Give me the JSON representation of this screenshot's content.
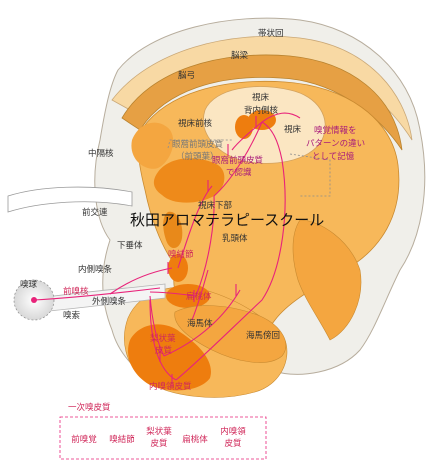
{
  "labels": {
    "cingulate_gyrus": "帯状回",
    "corpus_callosum": "脳梁",
    "fornix": "脳弓",
    "thalamus_top": "視床",
    "dorsomedial_nucleus": "背内側核",
    "anterior_thalamic": "視床前核",
    "thalamus_right": "視床",
    "septal_nuclei": "中隔核",
    "ofc_outer": "眼窩前頭皮質",
    "ofc_outer_sub": "（前頭葉）",
    "ofc_recog_1": "眼窩前頭皮質",
    "ofc_recog_2": "で認識",
    "memory_note_1": "嗅覚情報を",
    "memory_note_2": "パターンの違い",
    "memory_note_3": "として記憶",
    "hypothalamus": "視床下部",
    "anterior_commissure": "前交連",
    "pituitary": "下垂体",
    "mammillary_body": "乳頭体",
    "olfactory_tubercle": "嗅結節",
    "medial_olfactory_stria": "内側嗅条",
    "olfactory_bulb": "嗅球",
    "anterior_olfactory_nucleus": "前嗅核",
    "lateral_olfactory_stria": "外側嗅条",
    "olfactory_tract": "嗅索",
    "amygdala": "扁桃体",
    "hippocampus": "海馬体",
    "parahippocampal_gyrus": "海馬傍回",
    "piriform_cortex_1": "梨状葉",
    "piriform_cortex_2": "皮質",
    "entorhinal_cortex": "内嗅領皮質",
    "watermark": "秋田アロマテラピースクール"
  },
  "legend": {
    "title": "一次嗅皮質",
    "items": [
      [
        "前嗅覚"
      ],
      [
        "嗅結節"
      ],
      [
        "梨状葉",
        "皮質"
      ],
      [
        "扁桃体"
      ],
      [
        "内嗅領",
        "皮質"
      ]
    ]
  },
  "colors": {
    "brain_fill": "#f7b85a",
    "brain_dark": "#e8891a",
    "thalamus_fill": "#f4a640",
    "hot_orange": "#ee7d0e",
    "pathway": "#e8237a",
    "label_magenta": "#a81a7a",
    "label_red": "#d0285a",
    "outline": "#a09080"
  }
}
